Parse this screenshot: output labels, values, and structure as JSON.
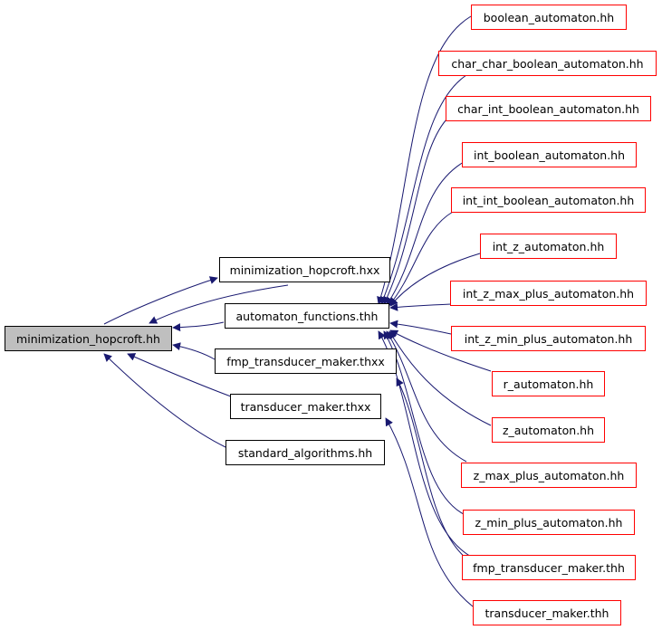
{
  "colors": {
    "edge": "#191970",
    "focus_fill": "#bfbfbf",
    "node_border": "#000000",
    "truncated_border": "#ff0000"
  },
  "nodes": {
    "root": "minimization_hopcroft.hh",
    "hopcroft_hxx": "minimization_hopcroft.hxx",
    "automaton_functions": "automaton_functions.thh",
    "fmp_transducer_maker_thxx": "fmp_transducer_maker.thxx",
    "transducer_maker_thxx": "transducer_maker.thxx",
    "standard_algorithms": "standard_algorithms.hh",
    "boolean_automaton": "boolean_automaton.hh",
    "char_char_boolean_automaton": "char_char_boolean_automaton.hh",
    "char_int_boolean_automaton": "char_int_boolean_automaton.hh",
    "int_boolean_automaton": "int_boolean_automaton.hh",
    "int_int_boolean_automaton": "int_int_boolean_automaton.hh",
    "int_z_automaton": "int_z_automaton.hh",
    "int_z_max_plus_automaton": "int_z_max_plus_automaton.hh",
    "int_z_min_plus_automaton": "int_z_min_plus_automaton.hh",
    "r_automaton": "r_automaton.hh",
    "z_automaton": "z_automaton.hh",
    "z_max_plus_automaton": "z_max_plus_automaton.hh",
    "z_min_plus_automaton": "z_min_plus_automaton.hh",
    "fmp_transducer_maker_thh": "fmp_transducer_maker.thh",
    "transducer_maker_thh": "transducer_maker.thh"
  }
}
